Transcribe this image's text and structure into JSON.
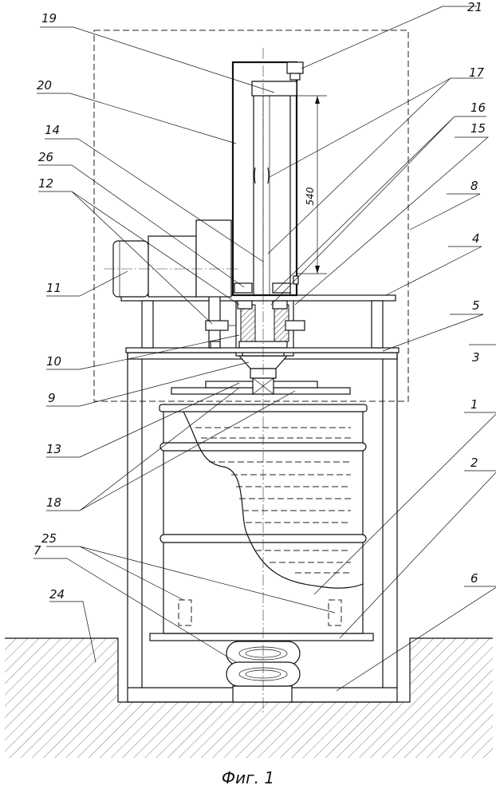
{
  "figure": {
    "caption": "Фиг. 1",
    "dimension": "540",
    "labels": {
      "l1": "1",
      "l2": "2",
      "l3": "3",
      "l4": "4",
      "l5": "5",
      "l6": "6",
      "l7": "7",
      "l8": "8",
      "l9": "9",
      "l10": "10",
      "l11": "11",
      "l12": "12",
      "l13": "13",
      "l14": "14",
      "l15": "15",
      "l16": "16",
      "l17": "17",
      "l18": "18",
      "l19": "19",
      "l20": "20",
      "l21": "21",
      "l24": "24",
      "l25": "25",
      "l26": "26"
    }
  }
}
